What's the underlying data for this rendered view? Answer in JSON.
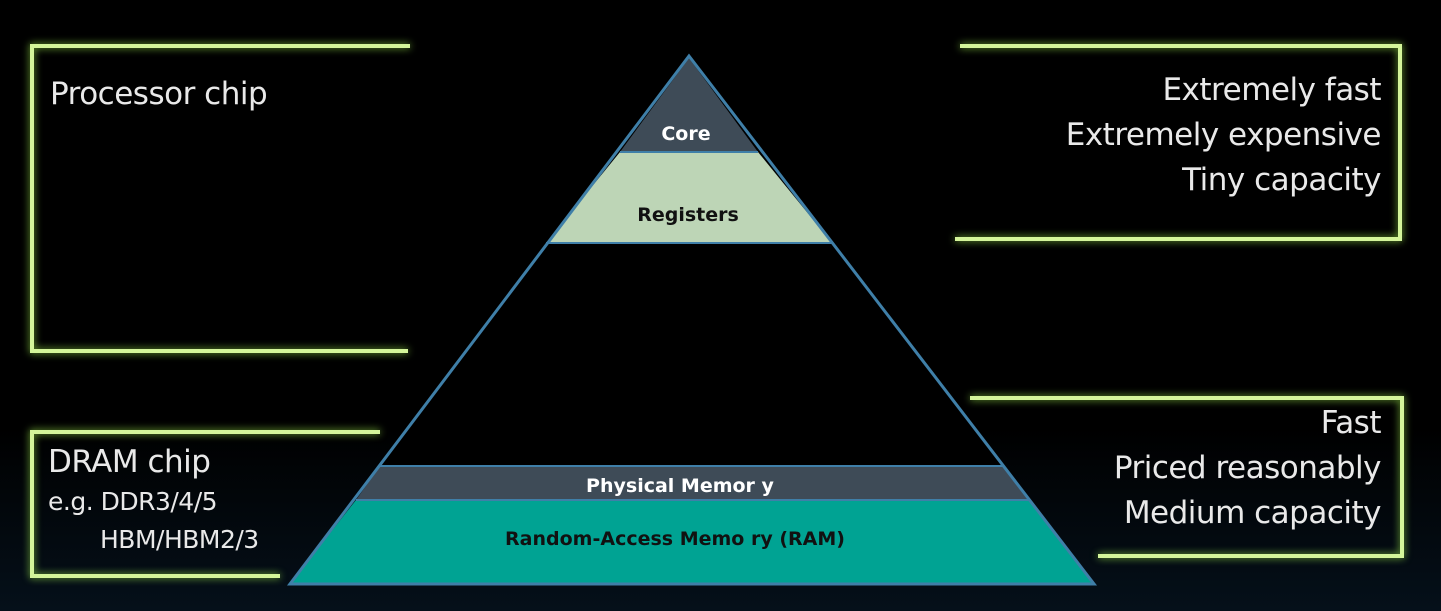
{
  "pyramid": {
    "core": "Core",
    "registers": "Registers",
    "physical_memory": "Physical Memor y",
    "ram": "Random-Access Memo ry (RAM)"
  },
  "left_top": {
    "title": "Processor chip"
  },
  "left_bottom": {
    "title": "DRAM chip",
    "line2": "e.g. DDR3/4/5",
    "line3": "HBM/HBM2/3"
  },
  "right_top": {
    "lines": [
      "Extremely fast",
      "Extremely expensive",
      "Tiny capacity"
    ]
  },
  "right_bottom": {
    "lines": [
      "Fast",
      "Priced reasonably",
      "Medium capacity"
    ]
  },
  "colors": {
    "bracket_glow": "#d4f59a",
    "pyramid_outline": "#3f7fa8",
    "core_fill": "#3e4b57",
    "registers_fill": "#bdd5b6",
    "physical_memory_fill": "#3e4b57",
    "ram_fill": "#00a393"
  }
}
